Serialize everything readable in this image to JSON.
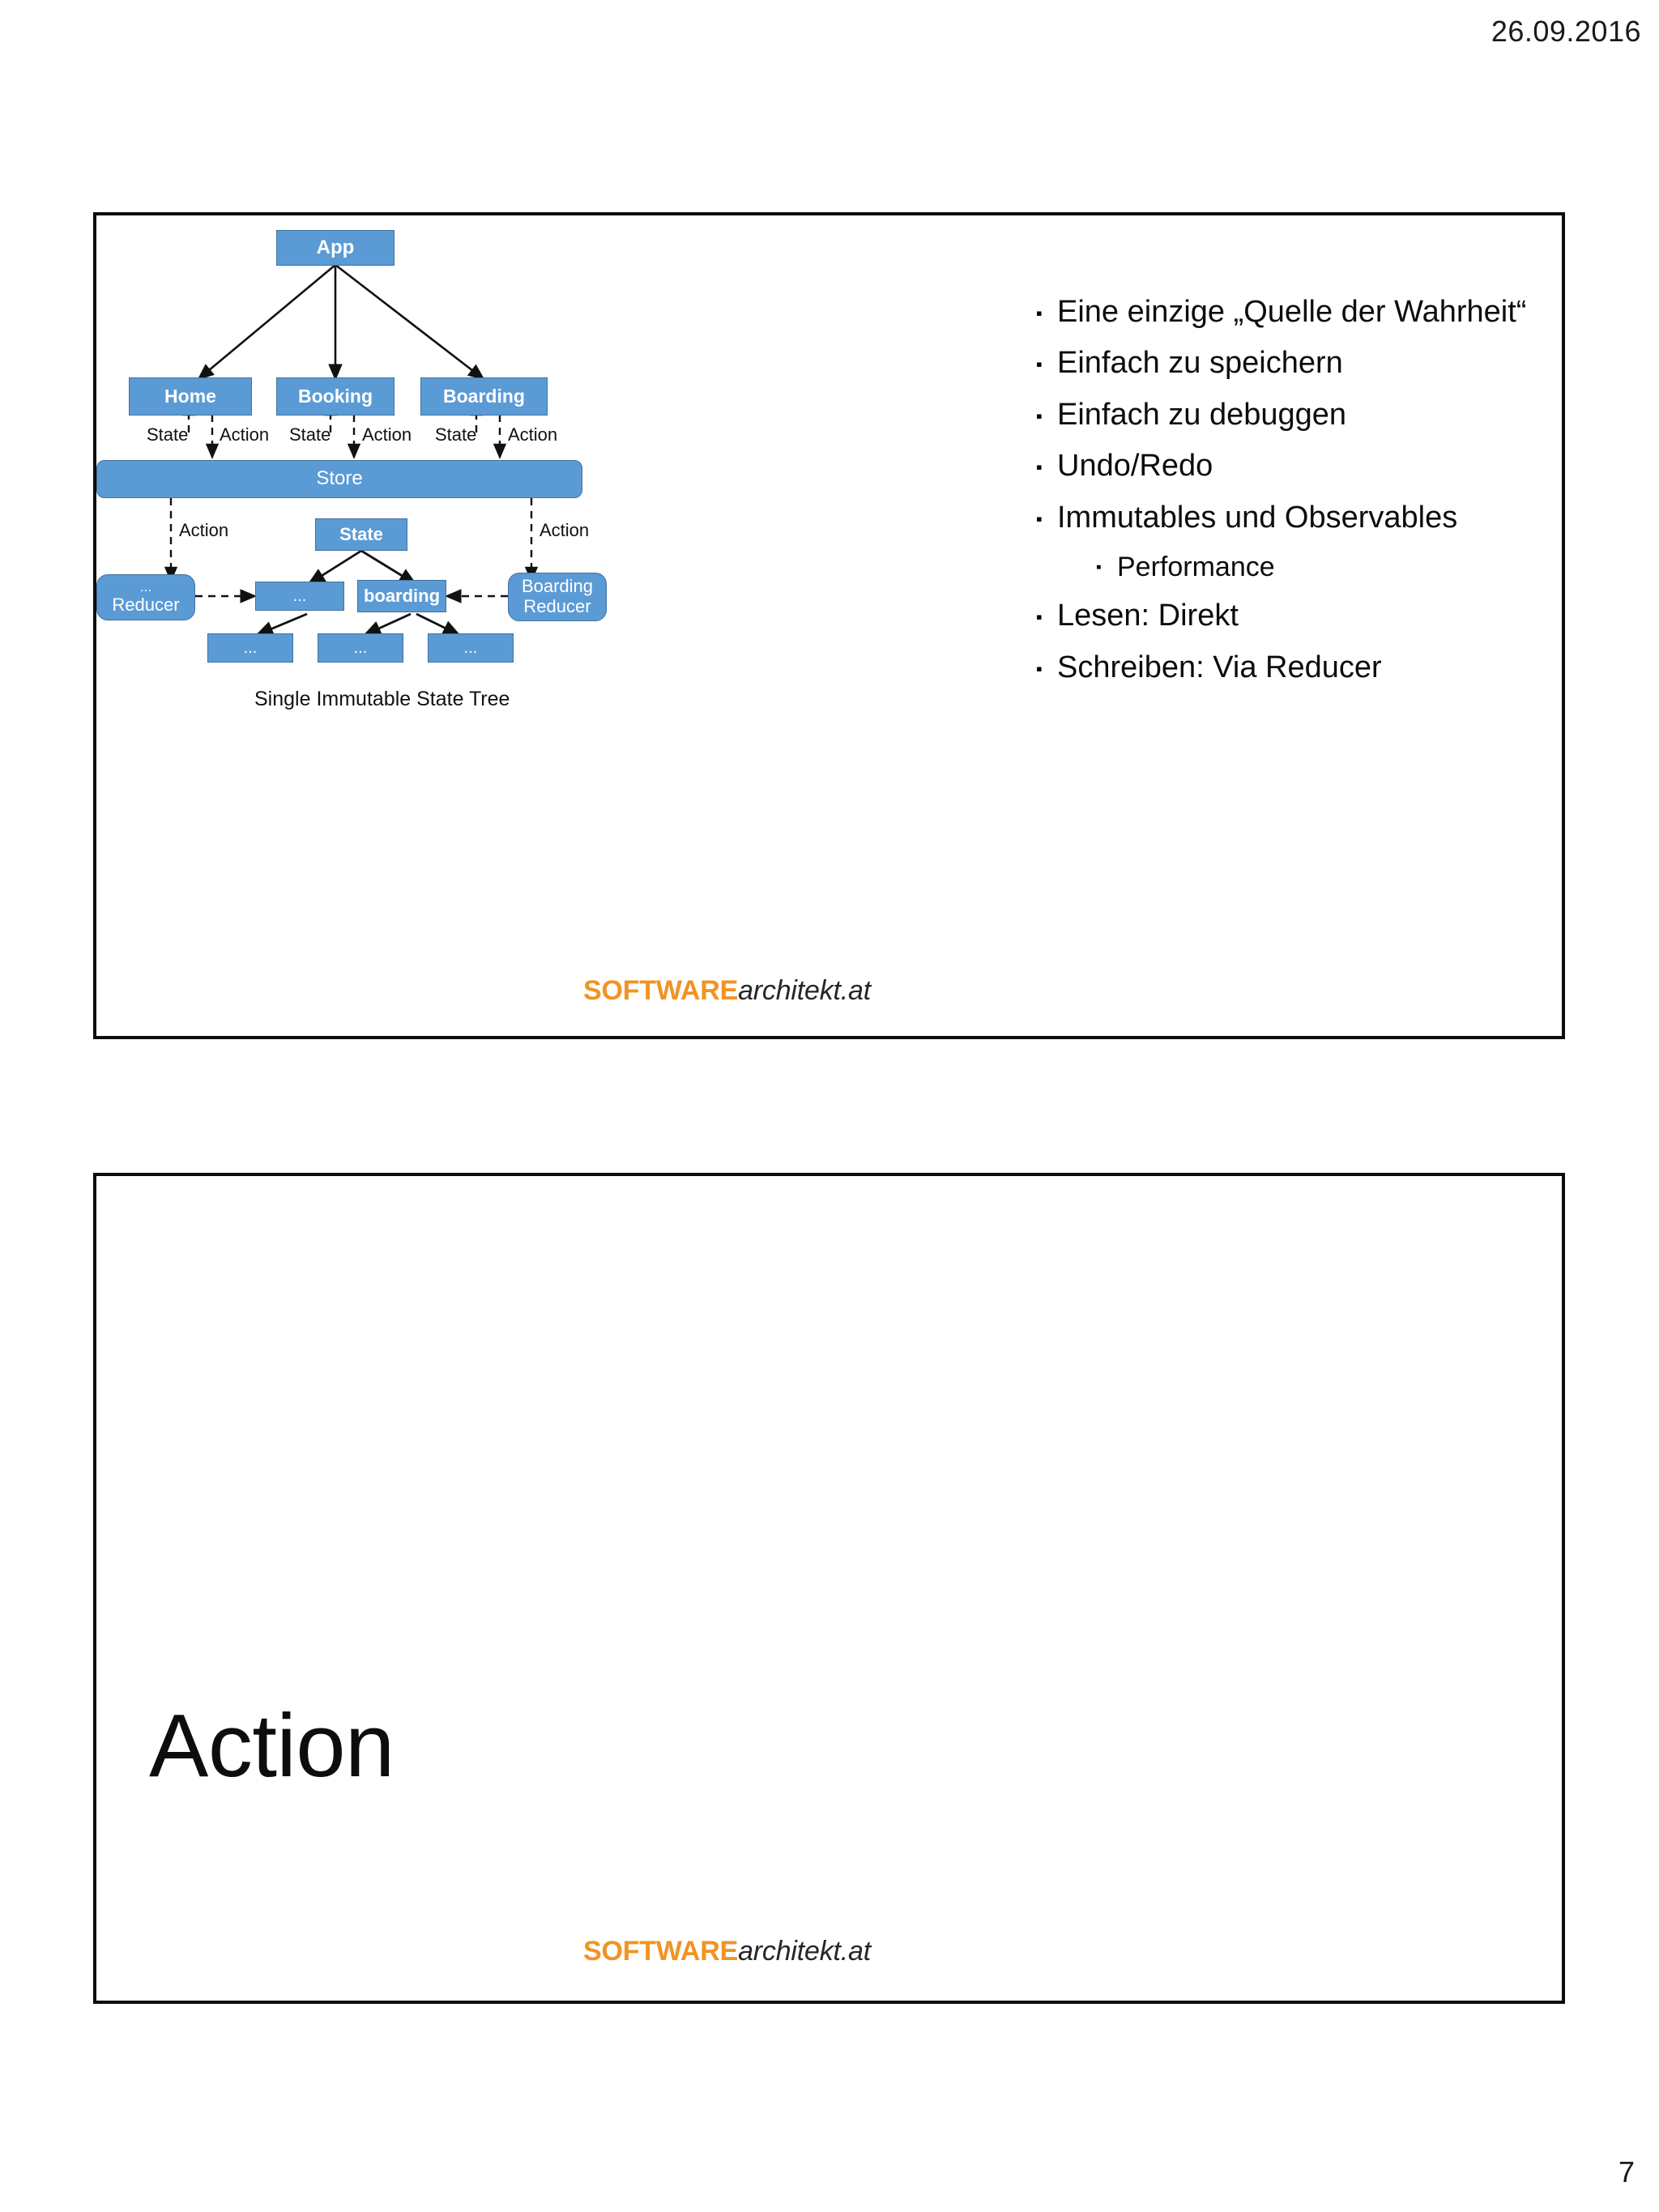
{
  "page": {
    "date": "26.09.2016",
    "number": "7"
  },
  "brand": {
    "strong": "SOFTWARE",
    "italic": "architekt.at",
    "orange": "#F29323",
    "dark": "#262626"
  },
  "theme": {
    "node_fill": "#5B9BD5",
    "node_border": "#41719C",
    "slide_border": "#0D0D0D"
  },
  "slide1": {
    "diagram": {
      "caption": "Single Immutable State Tree",
      "nodes": {
        "app": "App",
        "home": "Home",
        "booking": "Booking",
        "boarding": "Boarding",
        "store": "Store",
        "state": "State",
        "state_child_1": "...",
        "state_child_boarding": "boarding",
        "leaf_1": "...",
        "leaf_2": "...",
        "leaf_3": "...",
        "reducer_generic_top": "...",
        "reducer_generic_bottom": "Reducer",
        "reducer_boarding_top": "Boarding",
        "reducer_boarding_bottom": "Reducer"
      },
      "edge_labels": {
        "home_state": "State",
        "home_action": "Action",
        "booking_state": "State",
        "booking_action": "Action",
        "boarding_state": "State",
        "boarding_action": "Action",
        "store_left_action": "Action",
        "store_right_action": "Action"
      }
    },
    "bullets": [
      {
        "level": 1,
        "text": "Eine einzige „Quelle der Wahrheit“"
      },
      {
        "level": 1,
        "text": "Einfach zu speichern"
      },
      {
        "level": 1,
        "text": "Einfach zu debuggen"
      },
      {
        "level": 1,
        "text": "Undo/Redo"
      },
      {
        "level": 1,
        "text": "Immutables und Observables"
      },
      {
        "level": 2,
        "text": "Performance"
      },
      {
        "level": 1,
        "text": "Lesen: Direkt"
      },
      {
        "level": 1,
        "text": "Schreiben: Via Reducer"
      }
    ],
    "bullet_marker": "▪"
  },
  "slide2": {
    "title": "Action"
  }
}
